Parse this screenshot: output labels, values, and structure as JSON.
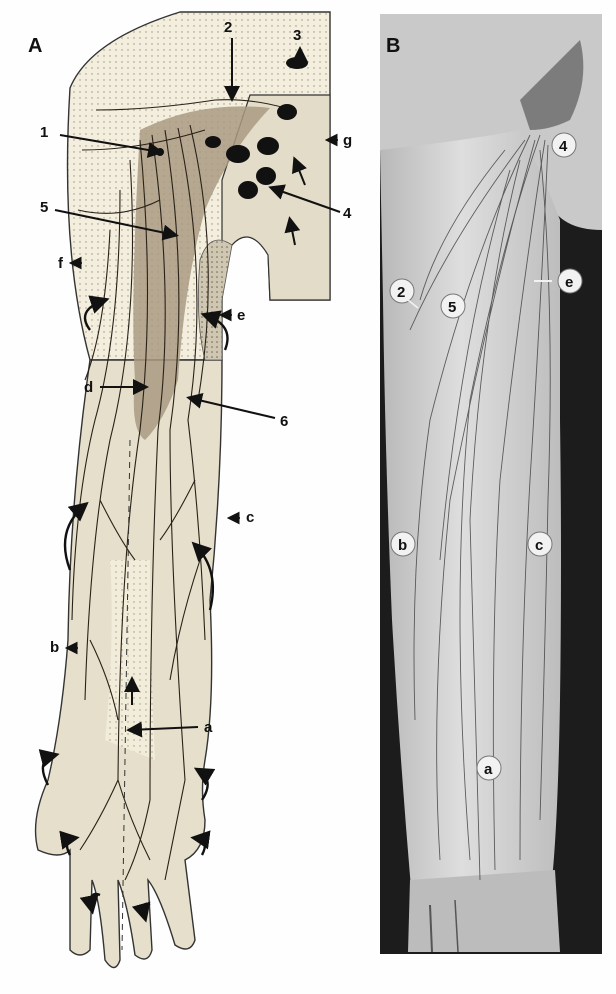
{
  "panels": [
    {
      "id": "A",
      "title": "A",
      "labels": [
        "1",
        "2",
        "3",
        "4",
        "5",
        "6",
        "a",
        "b",
        "c",
        "d",
        "e",
        "f",
        "g"
      ]
    },
    {
      "id": "B",
      "title": "B",
      "labels": [
        "2",
        "4",
        "5",
        "a",
        "b",
        "c",
        "e"
      ]
    }
  ],
  "colors": {
    "skin_light": "#e7e1cc",
    "skin_dotted": "#f1ecda",
    "skin_dark": "#9c8d77",
    "node": "#111111",
    "photo_bg": "#1a1a1a",
    "photo_arm": "#cfcfcf"
  }
}
